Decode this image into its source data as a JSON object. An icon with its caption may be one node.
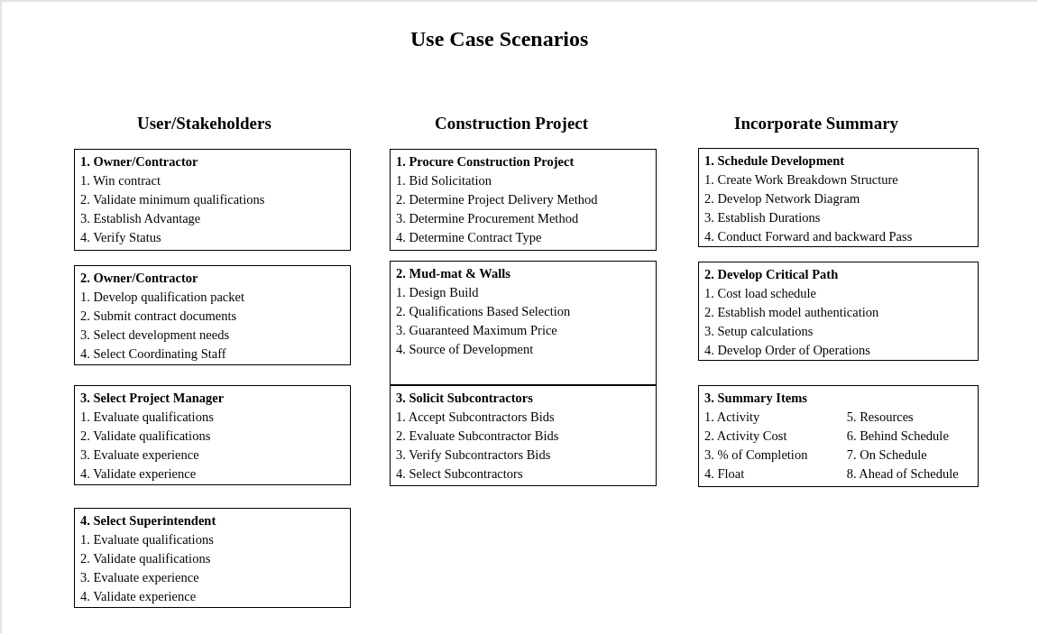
{
  "diagram": {
    "title": "Use Case Scenarios",
    "nodes": [
      {
        "text": [
          "1. Owner/Contractor",
          "1. Win contract",
          "2. Validate minimum qualifications",
          "3. Establish Advantage",
          "4. Verify Status"
        ]
      },
      {
        "text": [
          "2. Owner/Contractor",
          "1. Develop qualification packet",
          "2. Submit contract documents",
          "3. Select development needs",
          "4. Select Coordinating Staff"
        ]
      },
      {
        "text": [
          "3. Select Project Manager",
          "1. Evaluate qualifications",
          "2. Validate qualifications",
          "3. Evaluate experience",
          "4. Validate experience"
        ]
      },
      {
        "text": [
          "4. Select Superintendent",
          "1. Evaluate qualifications",
          "2. Validate qualifications",
          "3. Evaluate experience",
          "4. Validate experience"
        ]
      },
      {
        "text": [
          "1. Procure Construction Project",
          "1. Bid Solicitation",
          "2. Determine Project Delivery Method",
          "3. Determine Procurement Method",
          "4. Determine Contract Type"
        ]
      },
      {
        "text": [
          "2. Mud-mat & Walls",
          "1. Design Build",
          "2. Qualifications Based Selection",
          "3. Guaranteed Maximum Price",
          "4. Source of Development"
        ]
      },
      {
        "text": [
          "3. Solicit Subcontractors",
          "1. Accept Subcontractors Bids",
          "2. Evaluate Subcontractor Bids",
          "3. Verify Subcontractors Bids",
          "4. Select Subcontractors"
        ]
      },
      {
        "text": [
          "1. Schedule Development",
          "1. Create Work Breakdown Structure",
          "2. Develop Network Diagram",
          "3. Establish Durations",
          "4. Conduct Forward and backward Pass"
        ]
      },
      {
        "text": [
          "2. Develop Critical Path",
          "1. Cost load schedule",
          "2. Establish model authentication",
          "3. Setup calculations",
          "4. Develop Order of Operations"
        ]
      },
      {
        "text": [
          "3. Summary Items",
          "1. Activity",
          "2. Activity Cost",
          "3. % of Completion",
          "4. Float",
          "5. Resources",
          "6. Behind Schedule",
          "7. On Schedule",
          "8. Ahead of Schedule"
        ]
      }
    ],
    "labels": [
      "User/Stakeholders",
      "Construction Project",
      "Incorporate Summary"
    ]
  }
}
